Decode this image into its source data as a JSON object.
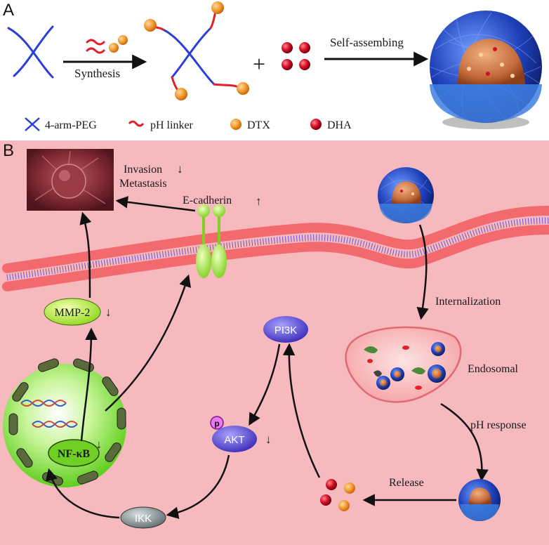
{
  "panel_a": {
    "label": "A",
    "synthesis": "Synthesis",
    "self_assembling": "Self-assembing",
    "plus": "+",
    "legend": {
      "peg": "4-arm-PEG",
      "linker": "pH linker",
      "dtx": "DTX",
      "dha": "DHA"
    }
  },
  "panel_b": {
    "label": "B",
    "invasion": "Invasion",
    "metastasis": "Metastasis",
    "e_cadherin": "E-cadherin",
    "mmp2": "MMP-2",
    "nfkb": "NF-κB",
    "pi3k": "PI3K",
    "akt": "AKT",
    "p": "p",
    "ikk": "IKK",
    "internalization": "Internalization",
    "endosomal": "Endosomal",
    "ph_response": "pH response",
    "release": "Release",
    "down_arrow": "↓",
    "up_arrow": "↑"
  },
  "colors": {
    "peg_blue": "#2b3fd6",
    "linker_red": "#e0202a",
    "dtx_orange": "#f29a2e",
    "dha_red": "#d4102a",
    "background_pink": "#f6b9bd",
    "membrane_head": "#f26a6e",
    "cadherin_green": "#9fe24a",
    "nucleus_green": "#8fe04a",
    "pi3k_purple": "#4f3fd0",
    "ikk_gray": "#7f8c8d"
  },
  "icons": [
    "tumor-cell-image",
    "dna-icon",
    "nanoparticle-icon",
    "endosome-icon"
  ]
}
